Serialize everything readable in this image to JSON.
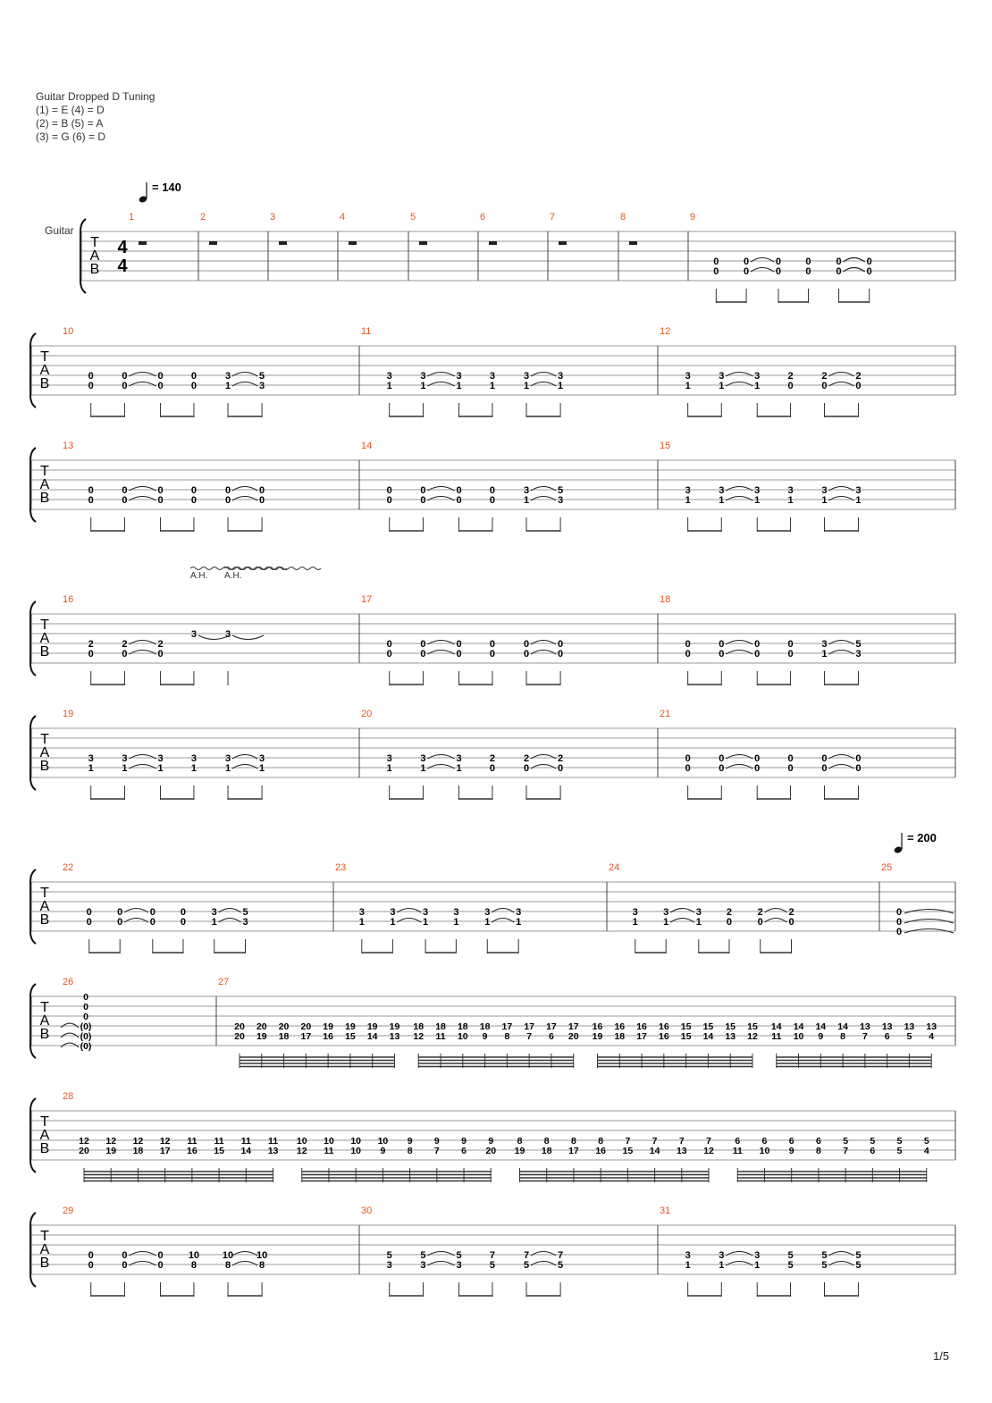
{
  "tuning": {
    "title": "Guitar Dropped D Tuning",
    "lines": [
      "(1) = E (4) = D",
      "(2) = B (5) = A",
      "(3) = G (6) = D"
    ]
  },
  "instrument_label": "Guitar",
  "clef_letters": [
    "T",
    "A",
    "B"
  ],
  "time_signature": [
    "4",
    "4"
  ],
  "harmonic_label": "A.H.",
  "page_number": "1/5",
  "colors": {
    "measure_number": "#e8541e",
    "staff_line": "#999999",
    "text": "#000000"
  },
  "tempos": [
    {
      "label": "= 140",
      "measure": "1"
    },
    {
      "label": "= 200",
      "measure": "25"
    }
  ],
  "systems": [
    {
      "measures": [
        {
          "n": "1",
          "rest": true
        },
        {
          "n": "2",
          "rest": true
        },
        {
          "n": "3",
          "rest": true
        },
        {
          "n": "4",
          "rest": true
        },
        {
          "n": "5",
          "rest": true
        },
        {
          "n": "6",
          "rest": true
        },
        {
          "n": "7",
          "rest": true
        },
        {
          "n": "8",
          "rest": true
        },
        {
          "n": "9",
          "notes": [
            [
              "0",
              "0"
            ],
            [
              "0",
              "0"
            ],
            [
              "0",
              "0"
            ],
            [
              "0",
              "0"
            ],
            [
              "0",
              "0"
            ],
            [
              "0",
              "0"
            ]
          ],
          "ties": [
            1,
            4
          ]
        }
      ]
    },
    {
      "measures": [
        {
          "n": "10",
          "notes": [
            [
              "0",
              "0"
            ],
            [
              "0",
              "0"
            ],
            [
              "0",
              "0"
            ],
            [
              "0",
              "0"
            ],
            [
              "3",
              "1"
            ],
            [
              "5",
              "3"
            ]
          ],
          "ties": [
            1,
            4
          ]
        },
        {
          "n": "11",
          "notes": [
            [
              "3",
              "1"
            ],
            [
              "3",
              "1"
            ],
            [
              "3",
              "1"
            ],
            [
              "3",
              "1"
            ],
            [
              "3",
              "1"
            ],
            [
              "3",
              "1"
            ]
          ],
          "ties": [
            1,
            4
          ]
        },
        {
          "n": "12",
          "notes": [
            [
              "3",
              "1"
            ],
            [
              "3",
              "1"
            ],
            [
              "3",
              "1"
            ],
            [
              "2",
              "0"
            ],
            [
              "2",
              "0"
            ],
            [
              "2",
              "0"
            ]
          ],
          "ties": [
            1,
            4
          ]
        }
      ]
    },
    {
      "measures": [
        {
          "n": "13",
          "notes": [
            [
              "0",
              "0"
            ],
            [
              "0",
              "0"
            ],
            [
              "0",
              "0"
            ],
            [
              "0",
              "0"
            ],
            [
              "0",
              "0"
            ],
            [
              "0",
              "0"
            ]
          ],
          "ties": [
            1,
            4
          ]
        },
        {
          "n": "14",
          "notes": [
            [
              "0",
              "0"
            ],
            [
              "0",
              "0"
            ],
            [
              "0",
              "0"
            ],
            [
              "0",
              "0"
            ],
            [
              "3",
              "1"
            ],
            [
              "5",
              "3"
            ]
          ],
          "ties": [
            1,
            4
          ]
        },
        {
          "n": "15",
          "notes": [
            [
              "3",
              "1"
            ],
            [
              "3",
              "1"
            ],
            [
              "3",
              "1"
            ],
            [
              "3",
              "1"
            ],
            [
              "3",
              "1"
            ],
            [
              "3",
              "1"
            ]
          ],
          "ties": [
            1,
            4
          ]
        }
      ]
    },
    {
      "measures": [
        {
          "n": "16",
          "notes": [
            [
              "2",
              "0"
            ],
            [
              "2",
              "0"
            ],
            [
              "2",
              "0"
            ],
            [
              "3"
            ],
            [
              "3"
            ]
          ],
          "ties": [
            1
          ],
          "harmonics": true
        },
        {
          "n": "17",
          "notes": [
            [
              "0",
              "0"
            ],
            [
              "0",
              "0"
            ],
            [
              "0",
              "0"
            ],
            [
              "0",
              "0"
            ],
            [
              "0",
              "0"
            ],
            [
              "0",
              "0"
            ]
          ],
          "ties": [
            1,
            4
          ]
        },
        {
          "n": "18",
          "notes": [
            [
              "0",
              "0"
            ],
            [
              "0",
              "0"
            ],
            [
              "0",
              "0"
            ],
            [
              "0",
              "0"
            ],
            [
              "3",
              "1"
            ],
            [
              "5",
              "3"
            ]
          ],
          "ties": [
            1,
            4
          ]
        }
      ]
    },
    {
      "measures": [
        {
          "n": "19",
          "notes": [
            [
              "3",
              "1"
            ],
            [
              "3",
              "1"
            ],
            [
              "3",
              "1"
            ],
            [
              "3",
              "1"
            ],
            [
              "3",
              "1"
            ],
            [
              "3",
              "1"
            ]
          ],
          "ties": [
            1,
            4
          ]
        },
        {
          "n": "20",
          "notes": [
            [
              "3",
              "1"
            ],
            [
              "3",
              "1"
            ],
            [
              "3",
              "1"
            ],
            [
              "2",
              "0"
            ],
            [
              "2",
              "0"
            ],
            [
              "2",
              "0"
            ]
          ],
          "ties": [
            1,
            4
          ]
        },
        {
          "n": "21",
          "notes": [
            [
              "0",
              "0"
            ],
            [
              "0",
              "0"
            ],
            [
              "0",
              "0"
            ],
            [
              "0",
              "0"
            ],
            [
              "0",
              "0"
            ],
            [
              "0",
              "0"
            ]
          ],
          "ties": [
            1,
            4
          ]
        }
      ]
    },
    {
      "measures": [
        {
          "n": "22",
          "notes": [
            [
              "0",
              "0"
            ],
            [
              "0",
              "0"
            ],
            [
              "0",
              "0"
            ],
            [
              "0",
              "0"
            ],
            [
              "3",
              "1"
            ],
            [
              "5",
              "3"
            ]
          ],
          "ties": [
            1,
            4
          ]
        },
        {
          "n": "23",
          "notes": [
            [
              "3",
              "1"
            ],
            [
              "3",
              "1"
            ],
            [
              "3",
              "1"
            ],
            [
              "3",
              "1"
            ],
            [
              "3",
              "1"
            ],
            [
              "3",
              "1"
            ]
          ],
          "ties": [
            1,
            4
          ]
        },
        {
          "n": "24",
          "notes": [
            [
              "3",
              "1"
            ],
            [
              "3",
              "1"
            ],
            [
              "3",
              "1"
            ],
            [
              "2",
              "0"
            ],
            [
              "2",
              "0"
            ],
            [
              "2",
              "0"
            ]
          ],
          "ties": [
            1,
            4
          ]
        },
        {
          "n": "25",
          "chord": [
            "0",
            "0",
            "0"
          ]
        }
      ]
    },
    {
      "measures": [
        {
          "n": "26",
          "chord26": [
            "0",
            "0",
            "0",
            "(0)",
            "(0)",
            "(0)"
          ]
        },
        {
          "n": "27",
          "pairs": [
            [
              "20",
              "20"
            ],
            [
              "20",
              "19"
            ],
            [
              "20",
              "18"
            ],
            [
              "20",
              "17"
            ],
            [
              "19",
              "16"
            ],
            [
              "19",
              "15"
            ],
            [
              "19",
              "14"
            ],
            [
              "19",
              "13"
            ],
            [
              "18",
              "12"
            ],
            [
              "18",
              "11"
            ],
            [
              "18",
              "10"
            ],
            [
              "18",
              "9"
            ],
            [
              "17",
              "8"
            ],
            [
              "17",
              "7"
            ],
            [
              "17",
              "6"
            ],
            [
              "17",
              "20"
            ],
            [
              "16",
              "19"
            ],
            [
              "16",
              "18"
            ],
            [
              "16",
              "17"
            ],
            [
              "16",
              "16"
            ],
            [
              "15",
              "15"
            ],
            [
              "15",
              "14"
            ],
            [
              "15",
              "13"
            ],
            [
              "15",
              "12"
            ],
            [
              "14",
              "11"
            ],
            [
              "14",
              "10"
            ],
            [
              "14",
              "9"
            ],
            [
              "14",
              "8"
            ],
            [
              "13",
              "7"
            ],
            [
              "13",
              "6"
            ],
            [
              "13",
              "5"
            ],
            [
              "13",
              "4"
            ]
          ]
        }
      ]
    },
    {
      "measures": [
        {
          "n": "28",
          "pairs": [
            [
              "12",
              "20"
            ],
            [
              "12",
              "19"
            ],
            [
              "12",
              "18"
            ],
            [
              "12",
              "17"
            ],
            [
              "11",
              "16"
            ],
            [
              "11",
              "15"
            ],
            [
              "11",
              "14"
            ],
            [
              "11",
              "13"
            ],
            [
              "10",
              "12"
            ],
            [
              "10",
              "11"
            ],
            [
              "10",
              "10"
            ],
            [
              "10",
              "9"
            ],
            [
              "9",
              "8"
            ],
            [
              "9",
              "7"
            ],
            [
              "9",
              "6"
            ],
            [
              "9",
              "20"
            ],
            [
              "8",
              "19"
            ],
            [
              "8",
              "18"
            ],
            [
              "8",
              "17"
            ],
            [
              "8",
              "16"
            ],
            [
              "7",
              "15"
            ],
            [
              "7",
              "14"
            ],
            [
              "7",
              "13"
            ],
            [
              "7",
              "12"
            ],
            [
              "6",
              "11"
            ],
            [
              "6",
              "10"
            ],
            [
              "6",
              "9"
            ],
            [
              "6",
              "8"
            ],
            [
              "5",
              "7"
            ],
            [
              "5",
              "6"
            ],
            [
              "5",
              "5"
            ],
            [
              "5",
              "4"
            ]
          ]
        }
      ]
    },
    {
      "measures": [
        {
          "n": "29",
          "notes": [
            [
              "0",
              "0"
            ],
            [
              "0",
              "0"
            ],
            [
              "0",
              "0"
            ],
            [
              "10",
              "8"
            ],
            [
              "10",
              "8"
            ],
            [
              "10",
              "8"
            ]
          ],
          "ties": [
            1,
            4
          ]
        },
        {
          "n": "30",
          "notes": [
            [
              "5",
              "3"
            ],
            [
              "5",
              "3"
            ],
            [
              "5",
              "3"
            ],
            [
              "7",
              "5"
            ],
            [
              "7",
              "5"
            ],
            [
              "7",
              "5"
            ]
          ],
          "ties": [
            1,
            4
          ]
        },
        {
          "n": "31",
          "notes": [
            [
              "3",
              "1"
            ],
            [
              "3",
              "1"
            ],
            [
              "3",
              "1"
            ],
            [
              "5",
              "5"
            ],
            [
              "5",
              "5"
            ],
            [
              "5",
              "5"
            ]
          ],
          "ties": [
            1,
            4
          ]
        }
      ]
    }
  ]
}
